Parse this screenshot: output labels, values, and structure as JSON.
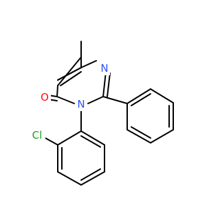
{
  "molecule": {
    "atoms": [
      {
        "symbol": "O",
        "color": "#ff0d0d"
      },
      {
        "symbol": "N",
        "color": "#3050f8"
      },
      {
        "symbol": "N",
        "color": "#3050f8"
      },
      {
        "symbol": "Cl",
        "color": "#1fa01f"
      }
    ]
  }
}
